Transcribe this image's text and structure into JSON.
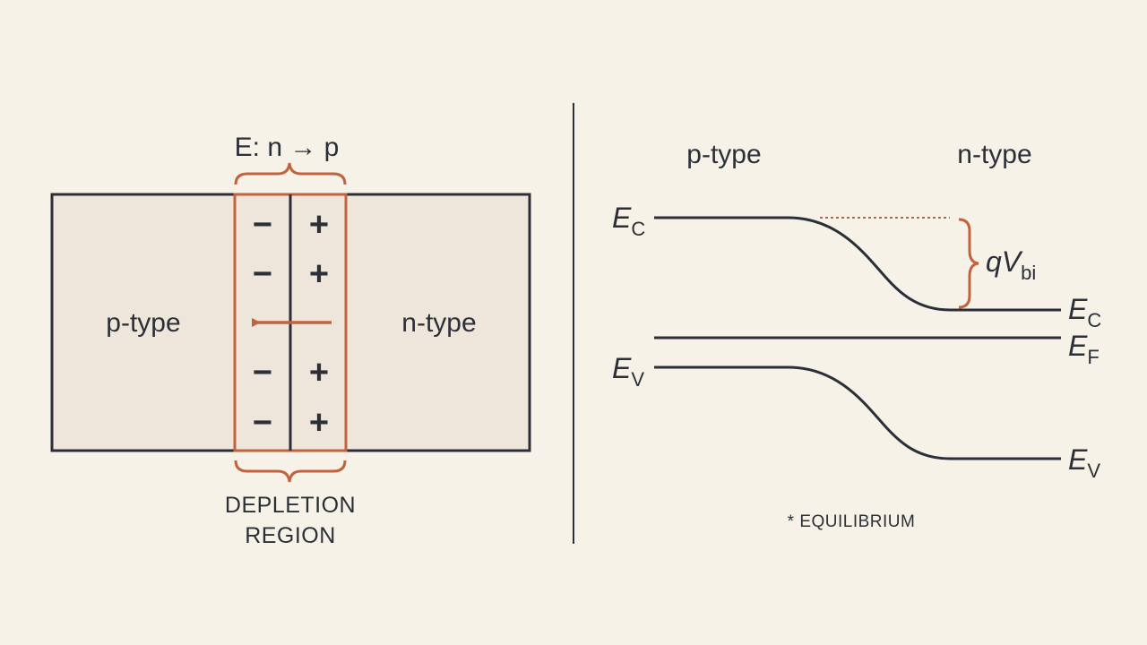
{
  "colors": {
    "background": "#f6f2e8",
    "block_fill": "#eee6da",
    "line": "#2b3038",
    "accent": "#c2633f"
  },
  "junction": {
    "field_label": "E: n → p",
    "p_label": "p-type",
    "n_label": "n-type",
    "depletion_line1": "DEPLETION",
    "depletion_line2": "REGION",
    "minus_symbol": "−",
    "plus_symbol": "+"
  },
  "band": {
    "p_label": "p-type",
    "n_label": "n-type",
    "ec_main": "E",
    "ec_sub": "C",
    "ef_main": "E",
    "ef_sub": "F",
    "ev_main": "E",
    "ev_sub": "V",
    "vbi_q": "qV",
    "vbi_sub": "bi",
    "note": "* EQUILIBRIUM"
  }
}
